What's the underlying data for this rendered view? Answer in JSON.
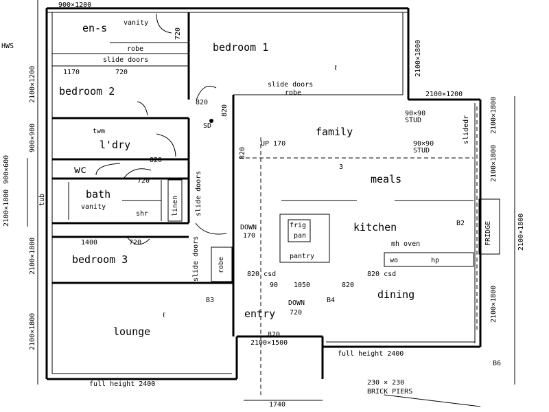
{
  "rooms": {
    "ensuite": "en-s",
    "bedroom1": "bedroom  1",
    "bedroom2": "bedroom  2",
    "laundry": "l'dry",
    "wc": "wc",
    "bath": "bath",
    "bedroom3": "bedroom  3",
    "lounge": "lounge",
    "family": "family",
    "meals": "meals",
    "kitchen": "kitchen",
    "dining": "dining",
    "entry": "entry"
  },
  "fixtures": {
    "vanity_ensuite": "vanity",
    "robe_bed1": "robe",
    "slide_doors_bed1": "slide doors",
    "slide_doors_bed1_right": "slide doors",
    "robe_right": "robe",
    "twm": "twm",
    "tub": "tub",
    "vanity_bath": "vanity",
    "shr": "shr",
    "linen": "linen",
    "slide_doors_bath": "slide doors",
    "slide_doors_bed3": "slide doors",
    "robe_bed3": "robe",
    "frig": "frig",
    "pantry_box": "pan",
    "pantry": "pantry",
    "wo": "wo",
    "hp": "hp",
    "mh_oven": "mh oven",
    "sd": "SD",
    "stud_top": "STUD",
    "stud_bottom": "STUD",
    "slide_door_right": "slidedr",
    "fridge_right": "FRIDGE"
  },
  "dimensions": {
    "top": "900×1200",
    "bed2_width": "1170",
    "bed2_door": "720",
    "laundry_820": "820",
    "wc_720": "720",
    "bed3_width": "1400",
    "bed3_door": "720",
    "family_820": "820",
    "up": "UP 170",
    "down": "DOWN",
    "down_170": "170",
    "right_top": "2100×1200",
    "stud_dim_1": "90×90",
    "stud_dim_2": "90×90",
    "csd_left": "820 csd",
    "csd_right": "820 csd",
    "d_90": "90",
    "d_1050": "1050",
    "d_820": "820",
    "b3": "B3",
    "b4": "B4",
    "b2": "B2",
    "b6": "B6",
    "down_entry": "DOWN",
    "entry_720": "720",
    "entry_820": "820",
    "entry_window": "2100×1500",
    "full_height_dining": "full height  2400",
    "full_height_lounge": "full height  2400",
    "brick_piers_size": "230 × 230",
    "brick_piers": "BRICK  PIERS",
    "bottom_dim": "1740",
    "left_hws": "HWS",
    "v_2100_1200": "2100×1200",
    "v_2100_1800_a": "2100×1800",
    "v_900_900": "900×900",
    "v_900_600": "900×600",
    "v_2100_1800_b": "2100×1800",
    "v_2100_1800_c": "2100×1800",
    "v_2100_1800_right1": "2100×1800",
    "v_2100_1800_right2": "2100×1800",
    "v_2100_1800_right3": "2100×1800",
    "v_2100_1800_right4": "2100×1800",
    "v_2100_1800_top": "2100×1800",
    "v_820": "820",
    "v_820_b": "820",
    "v_720_top": "720"
  },
  "symbols": {
    "light": "ℓ",
    "light_alt": "ℓ",
    "power": "3"
  }
}
